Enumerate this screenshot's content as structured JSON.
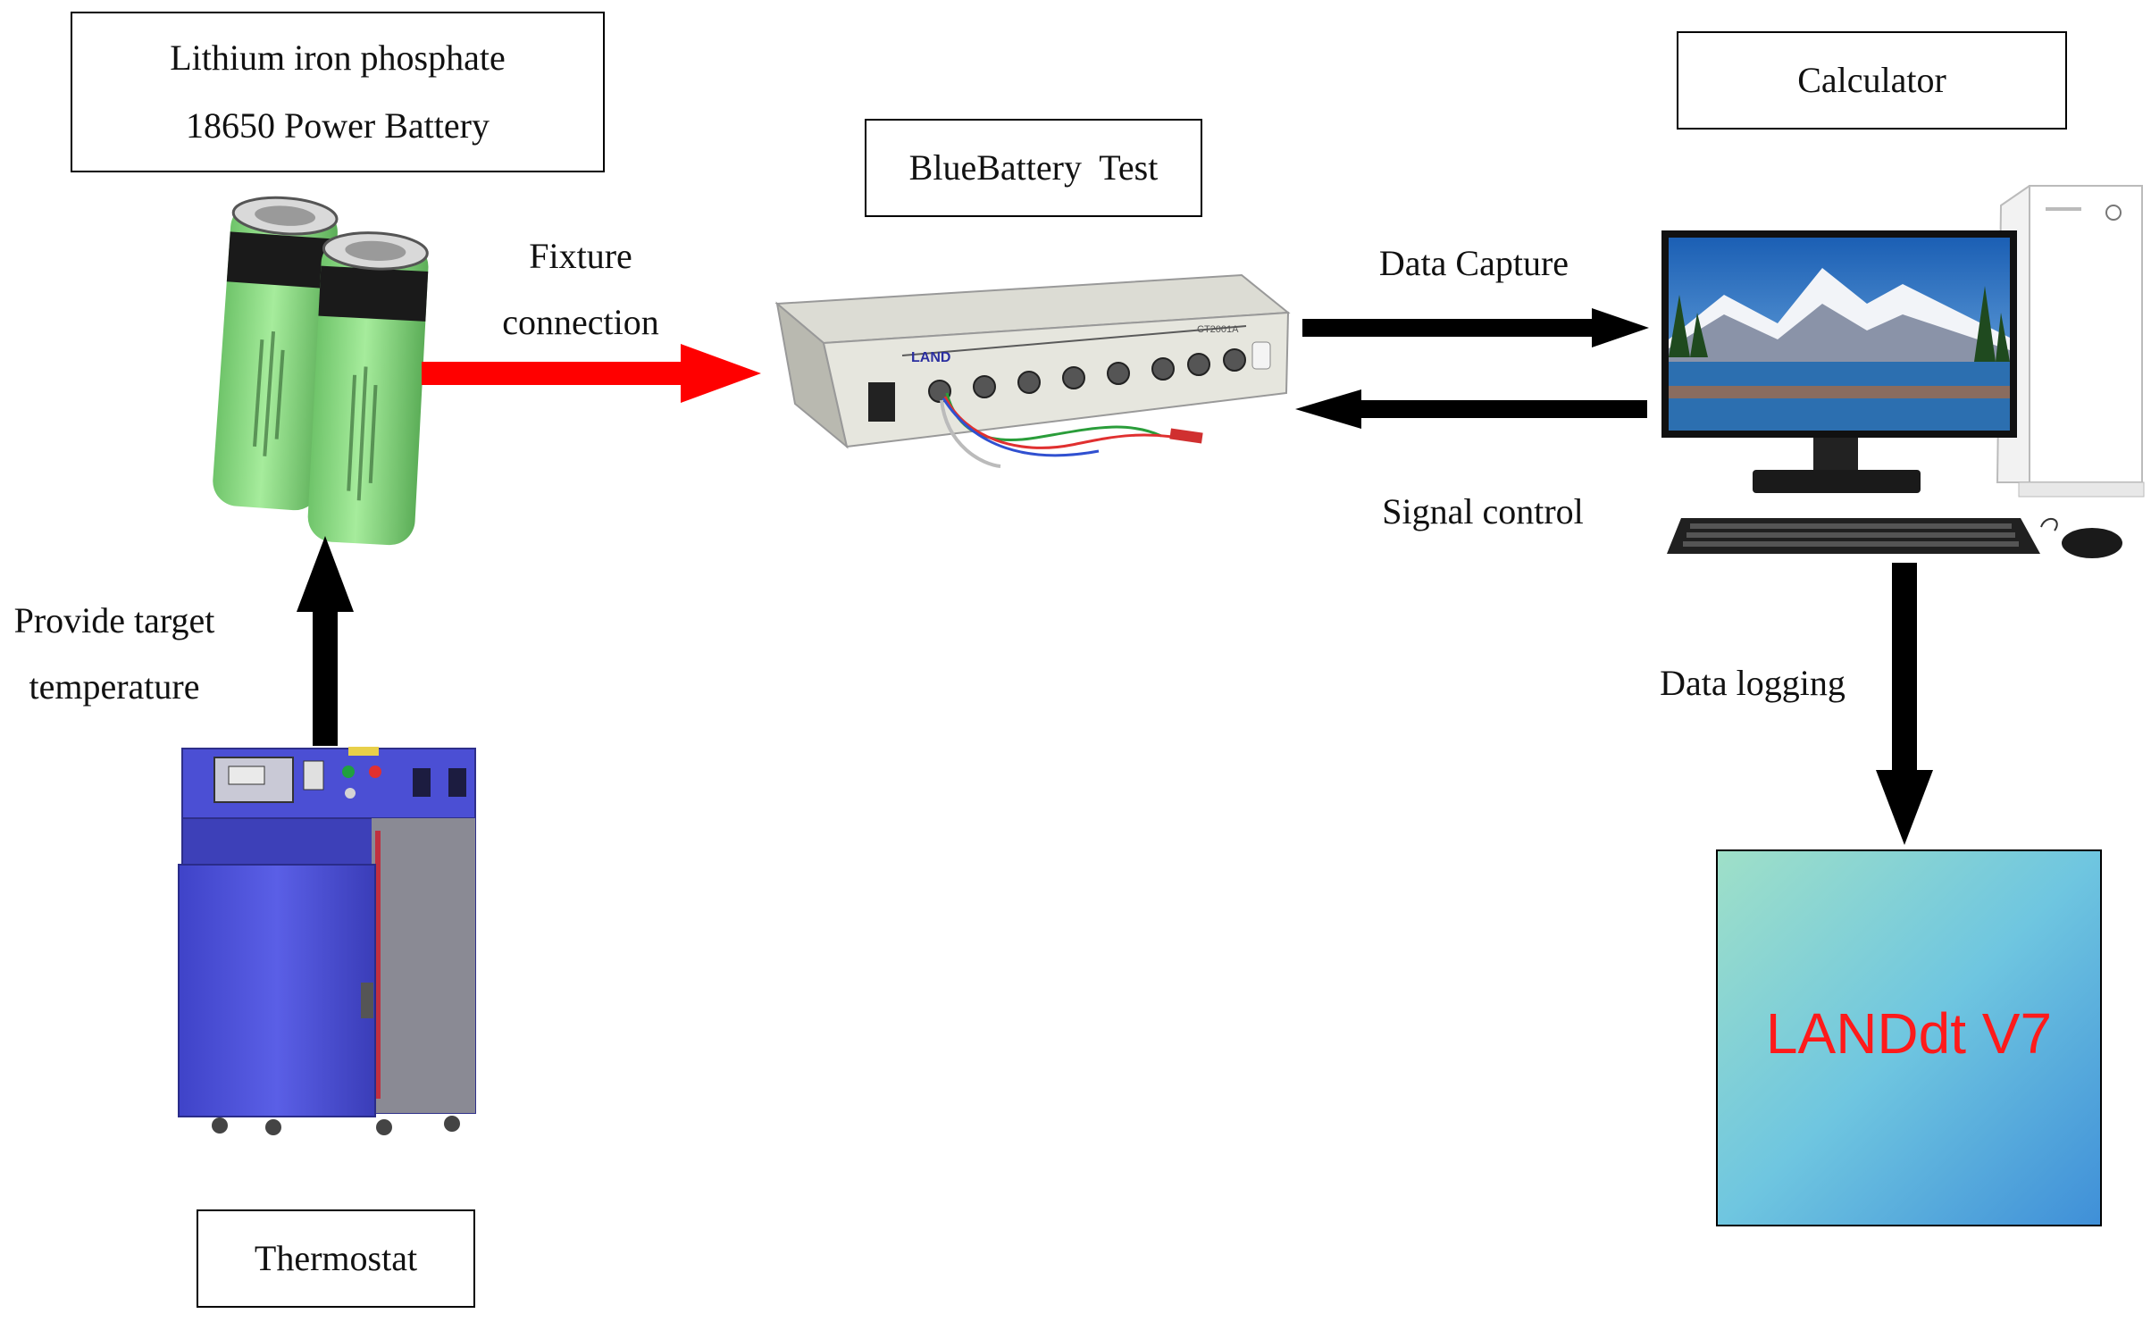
{
  "battery": {
    "title_line1": "Lithium iron phosphate",
    "title_line2": "18650 Power Battery"
  },
  "tester": {
    "title": "BlueBattery  Test",
    "brand": "LAND",
    "model": "CT2001A"
  },
  "computer": {
    "title": "Calculator"
  },
  "thermostat": {
    "title": "Thermostat"
  },
  "software": {
    "title": "LANDdt V7"
  },
  "arrows": {
    "fixture_line1": "Fixture",
    "fixture_line2": "connection",
    "data_capture": "Data Capture",
    "signal_control": "Signal control",
    "provide_line1": "Provide target",
    "provide_line2": "temperature",
    "data_logging": "Data logging"
  },
  "colors": {
    "fixture_arrow": "#ff0000",
    "arrow": "#000000",
    "battery": "#8fd88a",
    "chamber": "#4a4ed6",
    "software_text": "#ff1a1a"
  }
}
